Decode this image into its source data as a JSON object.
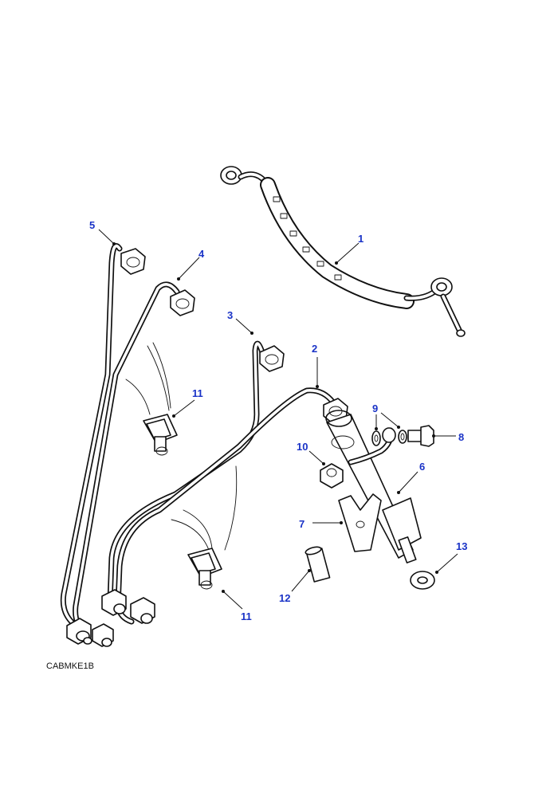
{
  "callouts": [
    "1",
    "2",
    "3",
    "4",
    "5",
    "6",
    "7",
    "8",
    "9",
    "10",
    "11",
    "11",
    "12",
    "13"
  ],
  "reference_code": "CABMKE1B",
  "colors": {
    "callout": "#1a33c7",
    "line": "#111111",
    "background": "#ffffff"
  }
}
